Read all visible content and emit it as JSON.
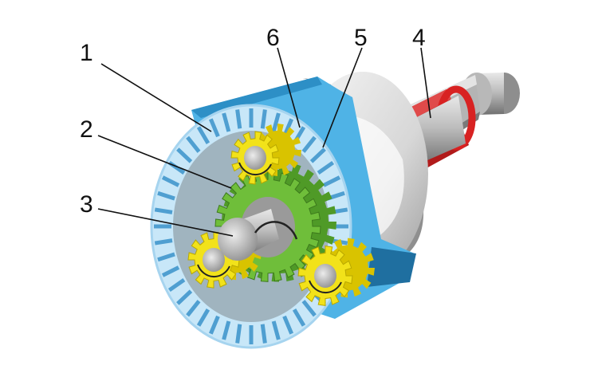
{
  "labels": {
    "ring_gear": "1",
    "sun_gear": "2",
    "input_shaft": "3",
    "output_shaft": "4",
    "carrier": "5",
    "planet_gear": "6"
  },
  "colors": {
    "ring_gear": "#4fb3e6",
    "ring_gear_face": "#c8e7f8",
    "sun_gear": "#6fbe3a",
    "planet_gear": "#f2e21a",
    "carrier": "#dcdcdc",
    "output_shaft_band": "#cf1f1f",
    "shaft": "#a9a9a9",
    "leader_line": "#111111"
  }
}
